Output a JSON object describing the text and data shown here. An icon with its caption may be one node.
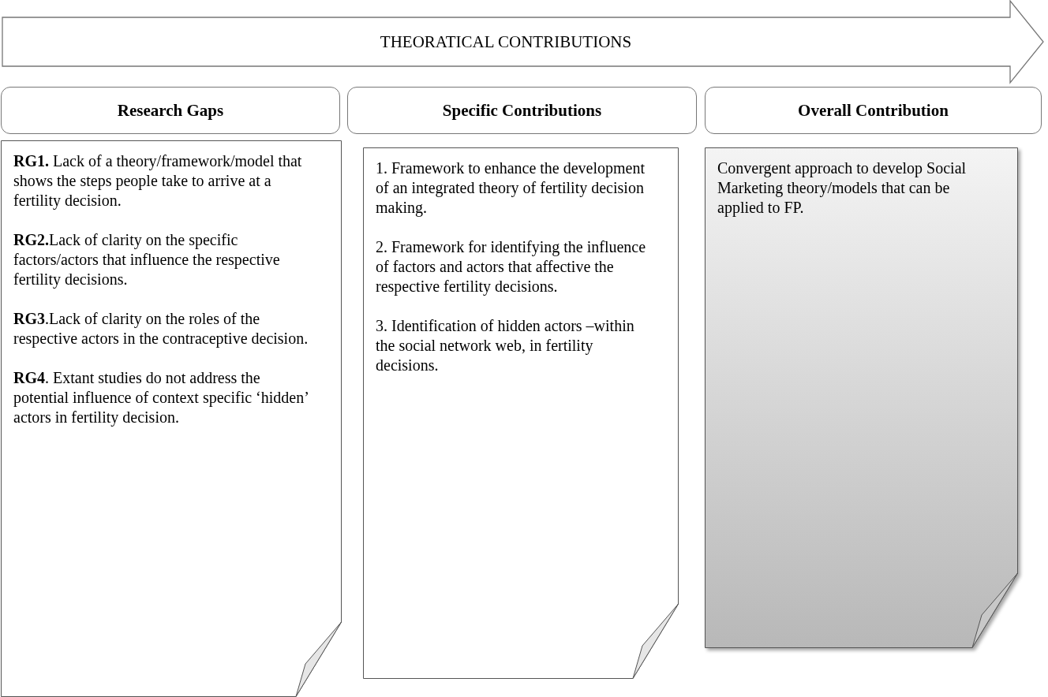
{
  "diagram": {
    "nodes": [
      {
        "text": [
          "THEORATICAL CONTRIBUTIONS"
        ]
      },
      {
        "text": [
          "Research Gaps"
        ]
      },
      {
        "text": [
          "Specific Contributions"
        ]
      },
      {
        "text": [
          "Overall Contribution"
        ]
      },
      {
        "text": [
          "**RG1.** Lack of a theory/framework/model that shows the steps people take to arrive at a fertility decision.",
          "**RG2.**Lack of clarity on the specific factors/actors that influence the respective fertility decisions.",
          "**RG3**.Lack of clarity on the roles of the respective actors in the contraceptive decision.",
          "**RG4**. Extant studies do not address the potential influence of context specific ‘hidden’ actors in fertility decision."
        ]
      },
      {
        "text": [
          "1. Framework to enhance the development of an integrated theory of fertility decision making.",
          "2. Framework for identifying the influence of factors and actors that affective the respective fertility decisions.",
          "3. Identification of hidden actors –within the social network web, in fertility decisions."
        ]
      },
      {
        "text": [
          "Convergent approach to develop Social Marketing theory/models that can be applied to FP."
        ]
      }
    ]
  }
}
